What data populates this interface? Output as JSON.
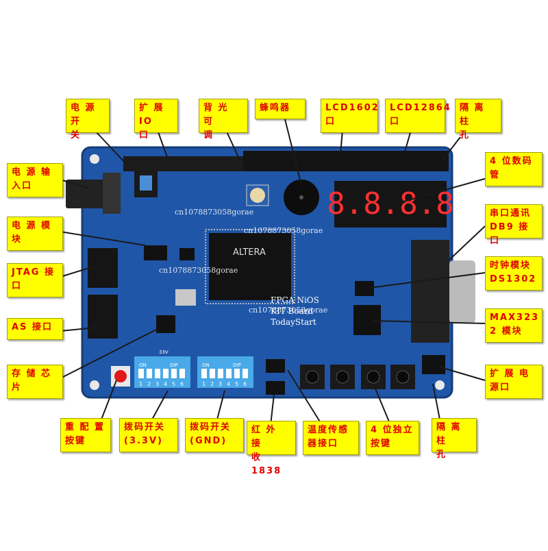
{
  "labels": {
    "power_switch": [
      "电 源 开",
      "关"
    ],
    "expansion_io": [
      "扩 展 IO",
      "口"
    ],
    "backlight": [
      "背 光 可",
      "调"
    ],
    "buzzer": [
      "蜂鸣器"
    ],
    "lcd1602": [
      "LCD1602",
      "口"
    ],
    "lcd12864": [
      "LCD12864",
      "口"
    ],
    "isolation_post_top": [
      "隔 离 柱",
      "孔"
    ],
    "power_input": [
      "电 源 输",
      "入口"
    ],
    "seg_display": [
      "4 位数码",
      "管"
    ],
    "power_module": [
      "电 源 模",
      "块"
    ],
    "serial_db9": [
      "串口通讯",
      "DB9 接口"
    ],
    "jtag": [
      "JTAG 接",
      "口"
    ],
    "clock_module": [
      "时钟模块",
      "DS1302"
    ],
    "as_port": [
      "AS 接口"
    ],
    "max3232": [
      "MAX323",
      "2 模块"
    ],
    "storage_chip": [
      "存 储 芯",
      "片"
    ],
    "expansion_power": [
      "扩 展 电",
      "源口"
    ],
    "reset_key": [
      "重 配 置",
      "按键"
    ],
    "dip_33": [
      "拨码开关",
      "(3.3V)"
    ],
    "dip_gnd": [
      "拨码开关",
      "(GND)"
    ],
    "ir_recv": [
      "红 外 接",
      "收 1838"
    ],
    "temp_sensor": [
      "温度传感",
      "器接口"
    ],
    "keys4": [
      "4 位独立",
      "按键"
    ],
    "isolation_post_bottom": [
      "隔 离 柱",
      "孔"
    ]
  },
  "board": {
    "chip_brand": "ALTERA",
    "board_text": [
      "FPGA NiOS",
      "KIT Board",
      "TodayStart"
    ],
    "seg_digits": "8.8.8.8",
    "dip_on": "ON",
    "dip_dip": "DIP",
    "dip_numbers": [
      "1",
      "2",
      "3",
      "4",
      "5",
      "6"
    ],
    "v33": "33V",
    "watermarks": [
      "cn1078873058gorae",
      "cn1078873058gorae",
      "cn1078873058gorae",
      "cn1078873058gorae"
    ]
  },
  "colors": {
    "label_bg": "#ffff00",
    "label_text": "#e00000",
    "pcb": "#1f56a8",
    "leader": "#1a1a1a"
  }
}
